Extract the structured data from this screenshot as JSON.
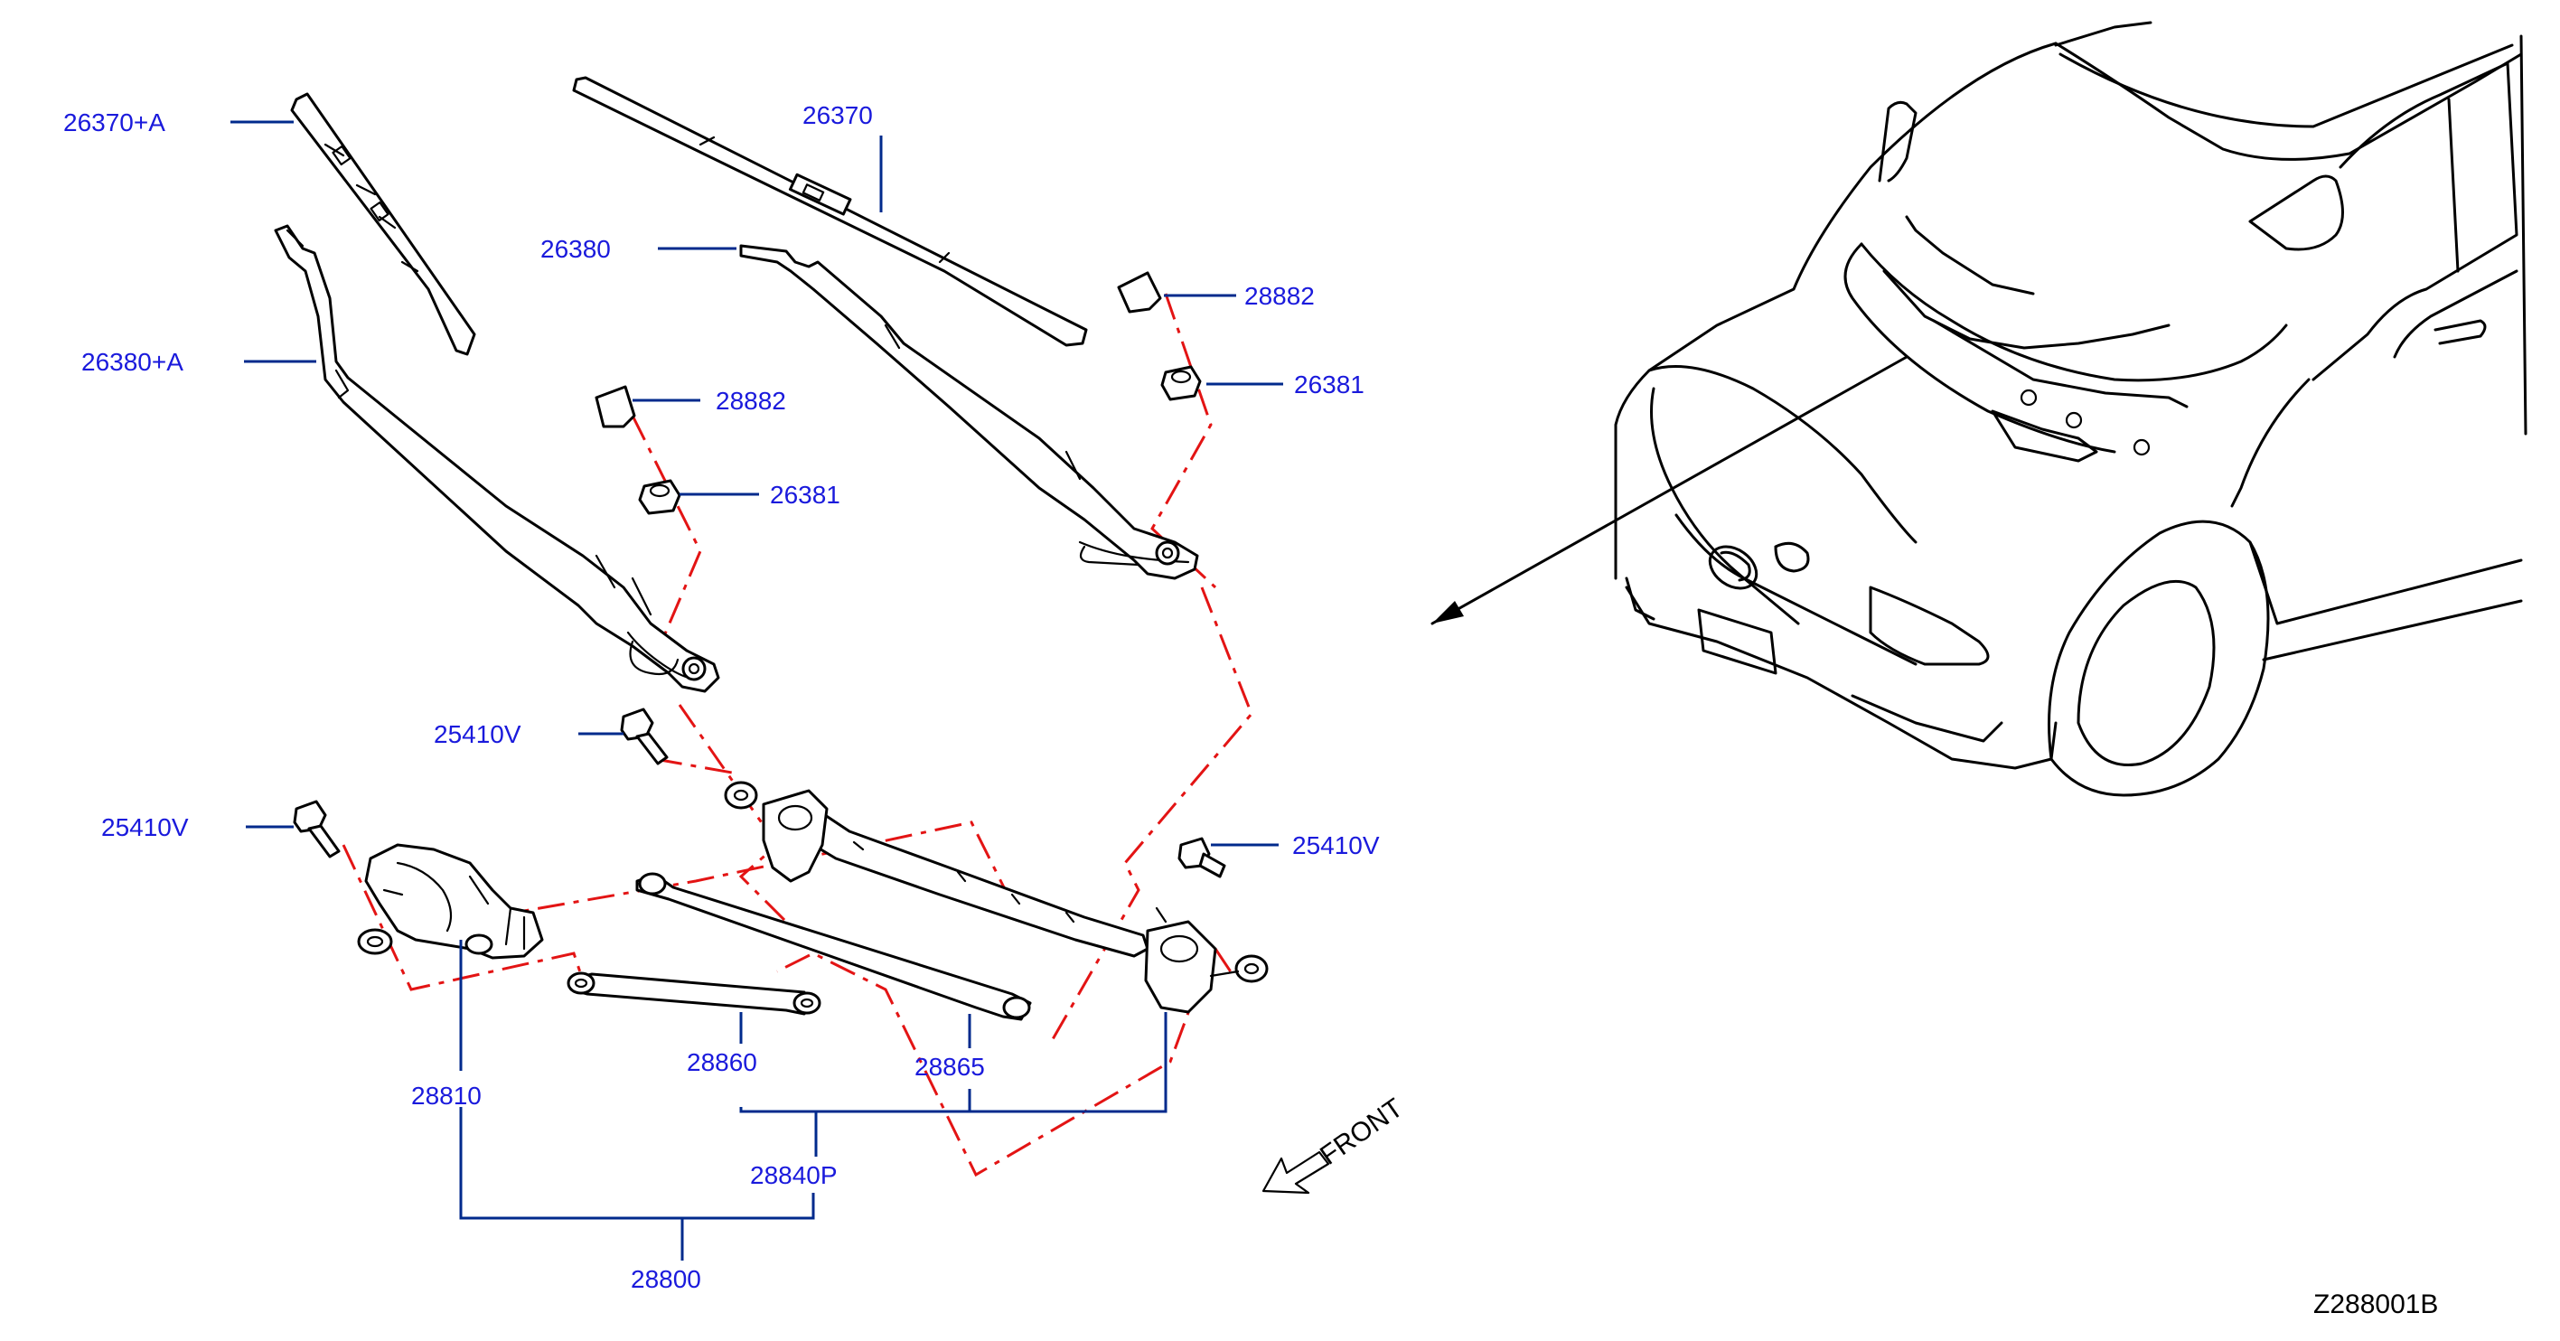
{
  "diagram_code": "Z288001B",
  "direction_label": "FRONT",
  "callouts": {
    "blade_lh": "26370+A",
    "blade_rh": "26370",
    "arm_rh": "26380",
    "arm_lh": "26380+A",
    "cap_rh": "28882",
    "cap_lh": "28882",
    "nut_rh": "26381",
    "nut_lh": "26381",
    "bolt_upper": "25410V",
    "bolt_left": "25410V",
    "bolt_right": "25410V",
    "motor": "28810",
    "link_short": "28860",
    "link_long": "28865",
    "linkage": "28840P",
    "assembly": "28800"
  }
}
